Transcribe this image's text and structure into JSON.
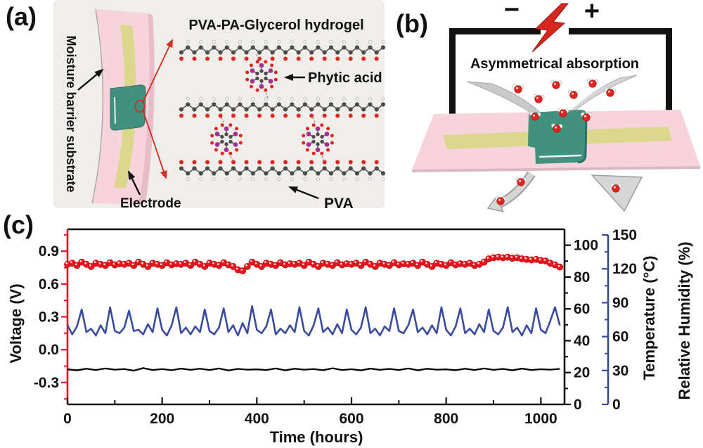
{
  "panels": {
    "a": {
      "label": "(a)",
      "title": "PVA-PA-Glycerol hydrogel",
      "moisture_label": "Moisture barrier substrate",
      "electrode_label": "Electrode",
      "phytic_acid_label": "Phytic acid",
      "pva_label": "PVA",
      "colors": {
        "panel_background": "#efeeeb",
        "substrate_pink": "#f7d3dc",
        "substrate_fold": "#e9bcca",
        "electrode_yellow": "#dbd78b",
        "hydrogel_teal": "#41917f",
        "annotation_red": "#d42a1e",
        "carbon": "#4c4c4c",
        "oxygen": "#e2251f",
        "hydrogen": "#f7f7f7",
        "phosphorus": "#a52f90"
      }
    },
    "b": {
      "label": "(b)",
      "minus_terminal": "−",
      "plus_terminal": "+",
      "title": "Asymmetrical absorption",
      "colors": {
        "wire": "#111111",
        "lightning_red": "#d7261f",
        "substrate_pink": "#f7d3dc",
        "electrode_yellow": "#dbd78b",
        "hydrogel_teal": "#41917f",
        "vapor_gray": "#c9c9c9",
        "water_oxygen": "#e2251f"
      }
    },
    "c": {
      "label": "(c)"
    }
  },
  "chart_data": {
    "type": "line",
    "title": "",
    "xlabel": "Time (hours)",
    "xlim": [
      0,
      1050
    ],
    "x_ticks": [
      0,
      200,
      400,
      600,
      800,
      1000
    ],
    "x_tick_labels": [
      "0",
      "200",
      "400",
      "600",
      "800",
      "1000"
    ],
    "x_minor_step": 100,
    "grid": false,
    "legend": "none",
    "axes": [
      {
        "id": "voltage",
        "label": "Voltage (V)",
        "color": "#e8131c",
        "side": "left",
        "lim": [
          -0.5,
          1.1
        ],
        "ticks": [
          -0.3,
          0.0,
          0.3,
          0.6,
          0.9
        ],
        "tick_labels": [
          "-0.3",
          "0.0",
          "0.3",
          "0.6",
          "0.9"
        ],
        "minor_step": 0.15
      },
      {
        "id": "temperature",
        "label": "Temperature (°C)",
        "color": "#000000",
        "side": "right",
        "lim": [
          0,
          110
        ],
        "ticks": [
          0,
          20,
          40,
          60,
          80,
          100
        ],
        "tick_labels": [
          "0",
          "20",
          "40",
          "60",
          "80",
          "100"
        ],
        "minor_step": 10
      },
      {
        "id": "humidity",
        "label": "Relative Humidity (%)",
        "color": "#3a4b9f",
        "side": "right-outer",
        "lim": [
          0,
          155
        ],
        "ticks": [
          0,
          30,
          60,
          90,
          120,
          150
        ],
        "tick_labels": [
          "0",
          "30",
          "60",
          "90",
          "120",
          "150"
        ],
        "minor_step": 15
      }
    ],
    "series": [
      {
        "name": "voltage",
        "axis": "voltage",
        "style": "scatter",
        "marker": "sphere",
        "color": "#e8131c",
        "t_start": 0,
        "t_step": 10,
        "values": [
          0.78,
          0.79,
          0.77,
          0.8,
          0.78,
          0.76,
          0.79,
          0.78,
          0.77,
          0.795,
          0.775,
          0.785,
          0.78,
          0.79,
          0.77,
          0.8,
          0.78,
          0.76,
          0.79,
          0.78,
          0.77,
          0.795,
          0.775,
          0.785,
          0.78,
          0.79,
          0.77,
          0.8,
          0.78,
          0.76,
          0.79,
          0.78,
          0.77,
          0.795,
          0.775,
          0.76,
          0.73,
          0.72,
          0.76,
          0.8,
          0.78,
          0.76,
          0.79,
          0.78,
          0.77,
          0.795,
          0.775,
          0.785,
          0.78,
          0.79,
          0.77,
          0.8,
          0.78,
          0.76,
          0.79,
          0.78,
          0.77,
          0.795,
          0.775,
          0.785,
          0.78,
          0.79,
          0.77,
          0.8,
          0.78,
          0.76,
          0.79,
          0.78,
          0.77,
          0.795,
          0.775,
          0.785,
          0.78,
          0.79,
          0.77,
          0.8,
          0.78,
          0.76,
          0.79,
          0.78,
          0.77,
          0.795,
          0.775,
          0.785,
          0.78,
          0.79,
          0.77,
          0.78,
          0.8,
          0.83,
          0.84,
          0.845,
          0.84,
          0.845,
          0.835,
          0.84,
          0.83,
          0.825,
          0.82,
          0.825,
          0.815,
          0.81,
          0.79,
          0.775,
          0.755
        ]
      },
      {
        "name": "relative_humidity",
        "axis": "humidity",
        "style": "line",
        "color": "#3a4b9f",
        "t_start": 0,
        "t_step": 10,
        "values": [
          70,
          62,
          69,
          84,
          64,
          67,
          61,
          70,
          63,
          86,
          65,
          63,
          68,
          83,
          65,
          66,
          62,
          71,
          64,
          85,
          66,
          61,
          70,
          86,
          63,
          68,
          62,
          69,
          64,
          84,
          65,
          62,
          68,
          85,
          64,
          70,
          61,
          72,
          63,
          87,
          66,
          63,
          69,
          84,
          62,
          67,
          63,
          70,
          64,
          86,
          65,
          61,
          70,
          85,
          64,
          68,
          62,
          71,
          63,
          84,
          66,
          62,
          68,
          86,
          63,
          67,
          61,
          69,
          65,
          85,
          65,
          63,
          70,
          84,
          64,
          68,
          62,
          70,
          63,
          86,
          66,
          61,
          69,
          85,
          63,
          67,
          62,
          71,
          64,
          84,
          65,
          62,
          68,
          86,
          64,
          68,
          61,
          70,
          63,
          85,
          66,
          63,
          74,
          86,
          70
        ]
      },
      {
        "name": "temperature",
        "axis": "temperature",
        "style": "line",
        "color": "#000000",
        "t_start": 0,
        "t_step": 20,
        "values": [
          22,
          21.4,
          22.4,
          21.6,
          22.6,
          21.8,
          22.2,
          21.2,
          22.8,
          21.6,
          22.2,
          21.5,
          22.5,
          21.7,
          22.4,
          21.6,
          22.6,
          21.3,
          22.3,
          21.8,
          22,
          21.6,
          22.6,
          21.4,
          22.4,
          21.8,
          22.2,
          21.5,
          22.7,
          21.6,
          22.1,
          21.4,
          22.5,
          21.7,
          22.3,
          21.6,
          22.6,
          21.4,
          22.4,
          21.8,
          22,
          21.5,
          22.4,
          21.6,
          22.6,
          21.7,
          22.3,
          21.4,
          22.5,
          21.6,
          22.1,
          21.8,
          22.3
        ]
      }
    ]
  }
}
